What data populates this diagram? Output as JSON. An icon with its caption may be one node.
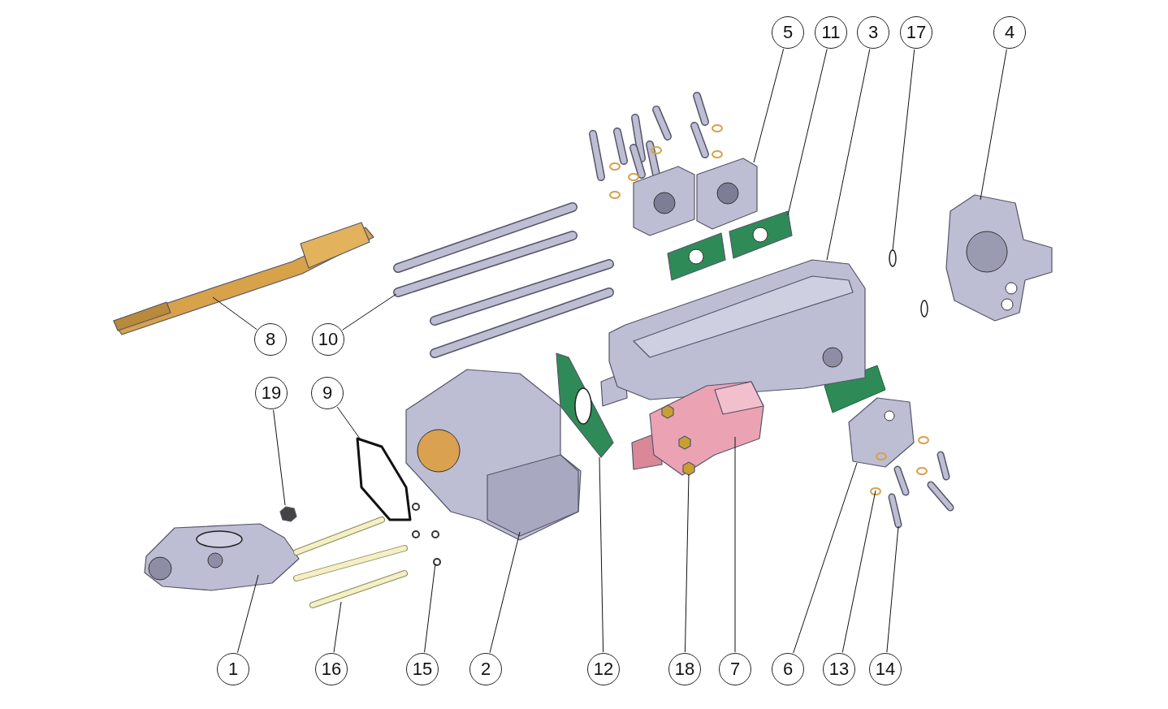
{
  "diagram": {
    "nodes": [
      {
        "text": [
          "5"
        ]
      },
      {
        "text": [
          "11"
        ]
      },
      {
        "text": [
          "3"
        ]
      },
      {
        "text": [
          "17"
        ]
      },
      {
        "text": [
          "4"
        ]
      },
      {
        "text": [
          "8"
        ]
      },
      {
        "text": [
          "10"
        ]
      },
      {
        "text": [
          "19"
        ]
      },
      {
        "text": [
          "9"
        ]
      },
      {
        "text": [
          "1"
        ]
      },
      {
        "text": [
          "16"
        ]
      },
      {
        "text": [
          "15"
        ]
      },
      {
        "text": [
          "2"
        ]
      },
      {
        "text": [
          "12"
        ]
      },
      {
        "text": [
          "18"
        ]
      },
      {
        "text": [
          "7"
        ]
      },
      {
        "text": [
          "6"
        ]
      },
      {
        "text": [
          "13"
        ]
      },
      {
        "text": [
          "14"
        ]
      },
      {
        "text": [],
        "shape": "picture"
      },
      {
        "text": [],
        "shape": "picture"
      },
      {
        "text": [],
        "shape": "picture"
      },
      {
        "text": [],
        "shape": "picture"
      },
      {
        "text": [],
        "shape": "picture"
      },
      {
        "text": [],
        "shape": "picture"
      },
      {
        "text": [],
        "shape": "picture"
      },
      {
        "text": [],
        "shape": "picture"
      },
      {
        "text": [],
        "shape": "picture"
      },
      {
        "text": [],
        "shape": "picture"
      },
      {
        "text": [],
        "shape": "picture"
      },
      {
        "text": [],
        "shape": "picture"
      },
      {
        "text": [],
        "shape": "picture"
      },
      {
        "text": [],
        "shape": "picture"
      },
      {
        "text": [],
        "shape": "picture",
        "in": 34
      },
      {
        "text": [],
        "shape": "picture"
      },
      {
        "text": [],
        "shape": "picture"
      },
      {
        "text": [],
        "shape": "picture"
      },
      {
        "text": [],
        "shape": "picture"
      }
    ],
    "edges": [
      {
        "from": 0,
        "to": 19,
        "arrow": "none"
      },
      {
        "from": 1,
        "to": 20,
        "arrow": "none"
      },
      {
        "from": 2,
        "to": 21,
        "arrow": "none"
      },
      {
        "from": 3,
        "to": 22,
        "arrow": "none"
      },
      {
        "from": 4,
        "to": 23,
        "arrow": "none"
      },
      {
        "from": 5,
        "to": 24,
        "arrow": "none"
      },
      {
        "from": 6,
        "to": 25,
        "arrow": "none"
      },
      {
        "from": 7,
        "to": 26,
        "arrow": "none"
      },
      {
        "from": 8,
        "to": 27,
        "arrow": "none"
      },
      {
        "from": 9,
        "to": 28,
        "arrow": "none"
      },
      {
        "from": 10,
        "to": 29,
        "arrow": "none"
      },
      {
        "from": 11,
        "to": 30,
        "arrow": "none"
      },
      {
        "from": 12,
        "to": 31,
        "arrow": "none"
      },
      {
        "from": 13,
        "to": 32,
        "arrow": "none"
      },
      {
        "from": 14,
        "to": 33,
        "arrow": "none"
      },
      {
        "from": 15,
        "to": 34,
        "arrow": "none"
      },
      {
        "from": 16,
        "to": 35,
        "arrow": "none"
      },
      {
        "from": 17,
        "to": 36,
        "arrow": "none"
      },
      {
        "from": 18,
        "to": 37,
        "arrow": "none"
      }
    ]
  }
}
